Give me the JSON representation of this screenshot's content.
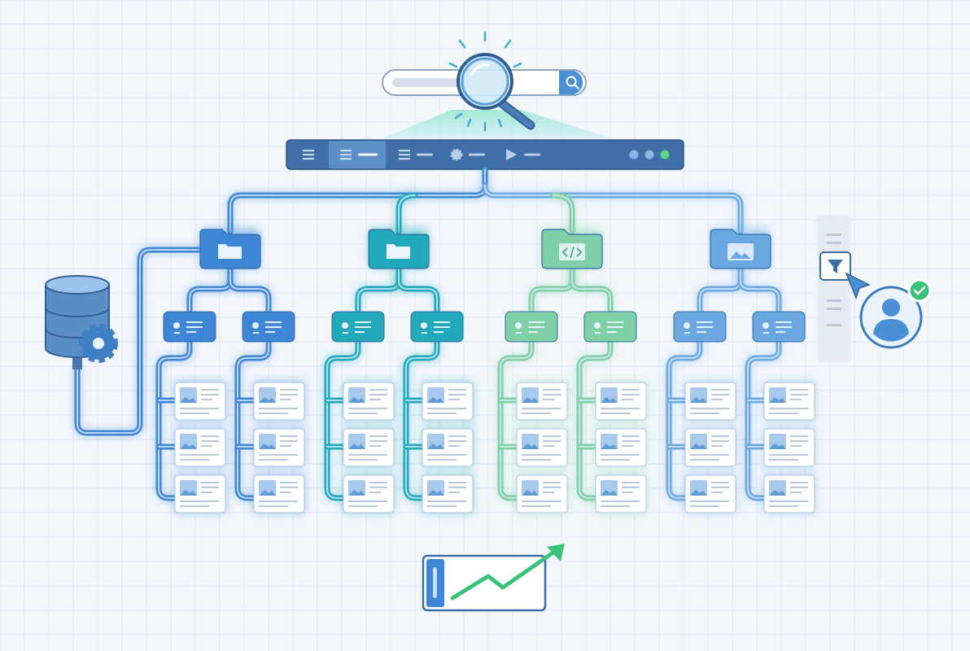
{
  "diagram": {
    "description_free": true,
    "colors": {
      "background": "#f3f7fc",
      "grid": "#dfe8f3",
      "toolbar": "#3f6fa6",
      "toolbar_active": "#5a8fc8",
      "status_dots": [
        "#8bb6e6",
        "#8bb6e6",
        "#5fd08a"
      ],
      "branches": [
        "#3f86d6",
        "#22a9bb",
        "#7fd0a6",
        "#6ba8e2"
      ],
      "card_fill": "#ffffff",
      "accent_green": "#39c27a"
    },
    "top": {
      "search_bar": {
        "icon": "search-icon"
      },
      "magnifier": {
        "icon": "magnifier-icon"
      },
      "toolbar": {
        "items": [
          {
            "icon": "menu-icon",
            "active": false
          },
          {
            "icon": "list-icon",
            "active": true
          },
          {
            "icon": "list-icon",
            "active": false
          },
          {
            "icon": "gear-icon",
            "active": false
          },
          {
            "icon": "play-icon",
            "active": false
          }
        ]
      }
    },
    "branches": [
      {
        "folder_icon": "folder-icon",
        "children": 2,
        "cards_per_child": 3
      },
      {
        "folder_icon": "folder-icon",
        "children": 2,
        "cards_per_child": 3
      },
      {
        "folder_icon": "code-folder-icon",
        "children": 2,
        "cards_per_child": 3
      },
      {
        "folder_icon": "image-folder-icon",
        "children": 2,
        "cards_per_child": 3
      }
    ],
    "side": {
      "database": {
        "icon": "database-gear-icon"
      },
      "filter": {
        "icon": "filter-icon"
      },
      "cursor": {
        "icon": "cursor-icon"
      },
      "user": {
        "icon": "user-icon",
        "badge": "check-icon"
      }
    },
    "bottom": {
      "chart": {
        "icon": "trend-up-icon"
      }
    }
  }
}
